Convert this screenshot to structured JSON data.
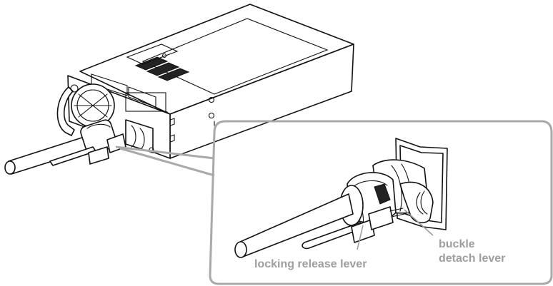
{
  "labels": {
    "locking_release_lever": "locking release lever",
    "buckle_line1": "buckle",
    "buckle_line2": "detach lever"
  },
  "colors": {
    "label": "#9e9e9e",
    "callout_frame": "#a9a9a9",
    "line_art": "#111111"
  }
}
